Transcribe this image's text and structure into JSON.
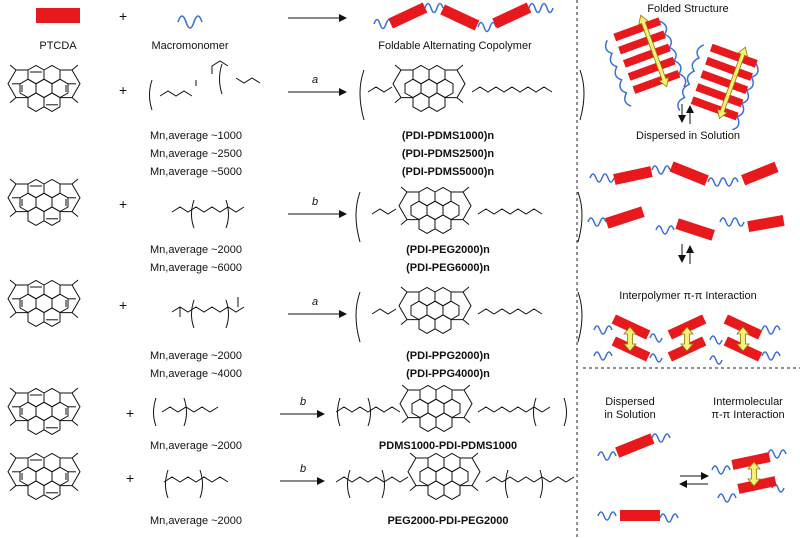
{
  "header": {
    "plus": "+",
    "ptcda": "PTCDA",
    "macromonomer": "Macromonomer",
    "copolymer": "Foldable Alternating Copolymer"
  },
  "rows": [
    {
      "monomer": "H2N–(CH2)3–Si–(O–Si)m–(CH2)3–NH2",
      "condition": "a",
      "masses": [
        "Mn,average ~1000",
        "Mn,average ~2500",
        "Mn,average ~5000"
      ],
      "products": [
        "(PDI-PDMS1000)n",
        "(PDI-PDMS2500)n",
        "(PDI-PDMS5000)n"
      ]
    },
    {
      "monomer": "H2N–CH2CH2–(O–CH2CH2)m–O–CH2CH2–NH2",
      "condition": "b",
      "masses": [
        "Mn,average ~2000",
        "Mn,average ~6000"
      ],
      "products": [
        "(PDI-PEG2000)n",
        "(PDI-PEG6000)n"
      ]
    },
    {
      "monomer": "H2N–CH(CH3)CH2–(O–CH2CH(CH3))m–O–CH2CH(CH3)–NH2",
      "condition": "a",
      "masses": [
        "Mn,average ~2000",
        "Mn,average ~4000"
      ],
      "products": [
        "(PDI-PPG2000)n",
        "(PDI-PPG4000)n"
      ]
    },
    {
      "monomer": "(O–Si)m–(CH2)3–NH2",
      "condition": "b",
      "masses": [
        "Mn,average ~2000"
      ],
      "products": [
        "PDMS1000-PDI-PDMS1000"
      ]
    },
    {
      "monomer": "CH3O–(CH2CH2O)m–CH2CH2–NH2",
      "condition": "b",
      "masses": [
        "Mn,average ~2000"
      ],
      "products": [
        "PEG2000-PDI-PEG2000"
      ]
    }
  ],
  "right_panel": {
    "folded": "Folded Structure",
    "dispersed": "Dispersed in Solution",
    "interpolymer": "Interpolymer π-π Interaction",
    "dispersed2_l1": "Dispersed",
    "dispersed2_l2": "in Solution",
    "inter_l1": "Intermolecular",
    "inter_l2": "π-π Interaction"
  },
  "colors": {
    "pdi_block": "#e8191c",
    "chain": "#3b6fd6",
    "arrow_fill": "#f6ef78",
    "arrow_stroke": "#8b7a00"
  }
}
